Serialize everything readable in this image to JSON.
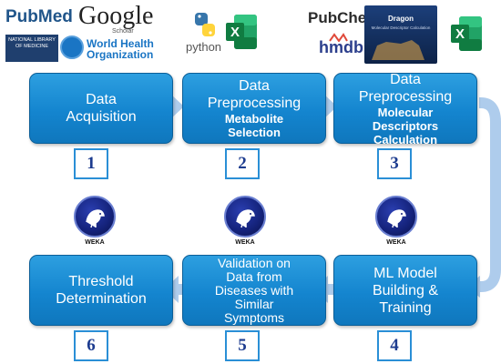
{
  "logos": {
    "pubmed": "PubMed",
    "google": "Google",
    "scholar": "Scholar",
    "nlm": "NATIONAL LIBRARY OF MEDICINE",
    "who_line1": "World Health",
    "who_line2": "Organization",
    "python": "python",
    "pubchem": "PubChem",
    "hmdb": "hmdb",
    "dragon": "Dragon",
    "dragon_sub": "Molecular Descriptor Calculation",
    "excel_letter": "X",
    "weka": "WEKA"
  },
  "steps": [
    {
      "number": "1",
      "main": "Data Acquisition",
      "main_line1": "Data",
      "main_line2": "Acquisition",
      "sub": ""
    },
    {
      "number": "2",
      "main_line1": "Data",
      "main_line2": "Preprocessing",
      "sub_line1": "Metabolite",
      "sub_line2": "Selection"
    },
    {
      "number": "3",
      "main_line1": "Data",
      "main_line2": "Preprocessing",
      "sub_line1": "Molecular",
      "sub_line2": "Descriptors",
      "sub_line3": "Calculation"
    },
    {
      "number": "4",
      "main_line1": "ML Model",
      "main_line2": "Building &",
      "main_line3": "Training"
    },
    {
      "number": "5",
      "main_line1": "Validation on",
      "main_line2": "Data from",
      "main_line3": "Diseases with",
      "main_line4": "Similar",
      "main_line5": "Symptoms"
    },
    {
      "number": "6",
      "main_line1": "Threshold",
      "main_line2": "Determination"
    }
  ],
  "colors": {
    "box": "#1485cf",
    "arrow": "#aeccec",
    "number_text": "#1d3c8f",
    "number_border": "#2a8fd6"
  }
}
